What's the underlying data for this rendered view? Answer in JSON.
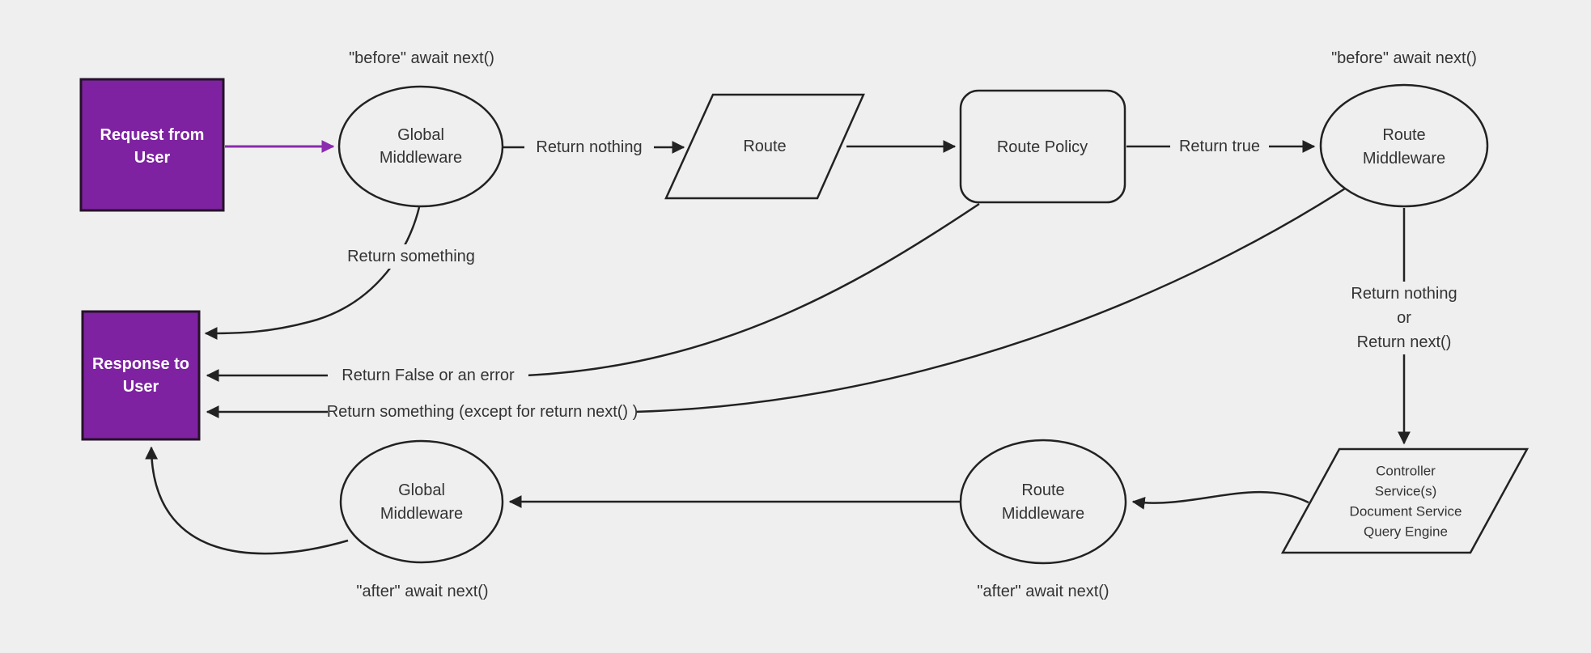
{
  "colors": {
    "background": "#efefef",
    "node_stroke": "#222222",
    "text": "#333333",
    "purple_fill": "#7e22a1",
    "purple_stroke": "#261229",
    "purple_arrow": "#8a2bb0"
  },
  "nodes": {
    "request": {
      "lines": [
        "Request from",
        "User"
      ]
    },
    "global_mw_top": {
      "lines": [
        "Global",
        "Middleware"
      ]
    },
    "route": {
      "label": "Route"
    },
    "route_policy": {
      "label": "Route Policy"
    },
    "route_mw_top": {
      "lines": [
        "Route",
        "Middleware"
      ]
    },
    "controller": {
      "lines": [
        "Controller",
        "Service(s)",
        "Document Service",
        "Query Engine"
      ]
    },
    "route_mw_bottom": {
      "lines": [
        "Route",
        "Middleware"
      ]
    },
    "global_mw_bottom": {
      "lines": [
        "Global",
        "Middleware"
      ]
    },
    "response": {
      "lines": [
        "Response to",
        "User"
      ]
    }
  },
  "edge_labels": {
    "before_top_left": "\"before\" await next()",
    "before_top_right": "\"before\" await next()",
    "return_nothing": "Return nothing",
    "return_true": "Return true",
    "return_something": "Return something",
    "return_false": "Return False or an error",
    "return_something_except": "Return something (except for return next() )",
    "return_nothing_or": {
      "lines": [
        "Return nothing",
        "or",
        "Return next()"
      ]
    },
    "after_bottom_left": "\"after\" await next()",
    "after_bottom_right": "\"after\" await next()"
  }
}
